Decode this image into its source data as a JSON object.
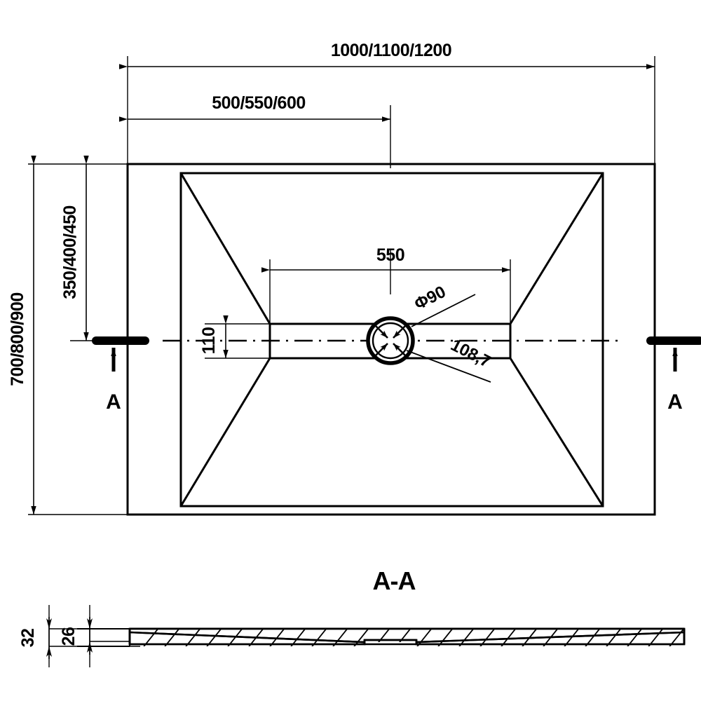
{
  "drawing": {
    "type": "technical-drawing",
    "subject": "rectangular shower tray with central linear drain",
    "units": "mm",
    "views": [
      {
        "name": "plan-view",
        "label": ""
      },
      {
        "name": "section-view",
        "label": "A-A"
      }
    ]
  },
  "plan_view": {
    "dimensions": {
      "overall_width": "1000/1100/1200",
      "half_width": "500/550/600",
      "overall_depth": "700/800/900",
      "half_depth": "350/400/450",
      "channel_length": "550",
      "channel_half_height": "110",
      "drain_diameter": "Φ90",
      "drain_flange": "108,7"
    },
    "section_marks": [
      {
        "name": "section-mark-left",
        "label": "A"
      },
      {
        "name": "section-mark-right",
        "label": "A"
      }
    ]
  },
  "section_view": {
    "title": "A-A",
    "dimensions": {
      "total_height": "32",
      "body_height": "26"
    }
  },
  "style": {
    "line_color": "#000000",
    "background": "#ffffff",
    "outline_weight": "3",
    "dim_weight": "1.4"
  }
}
